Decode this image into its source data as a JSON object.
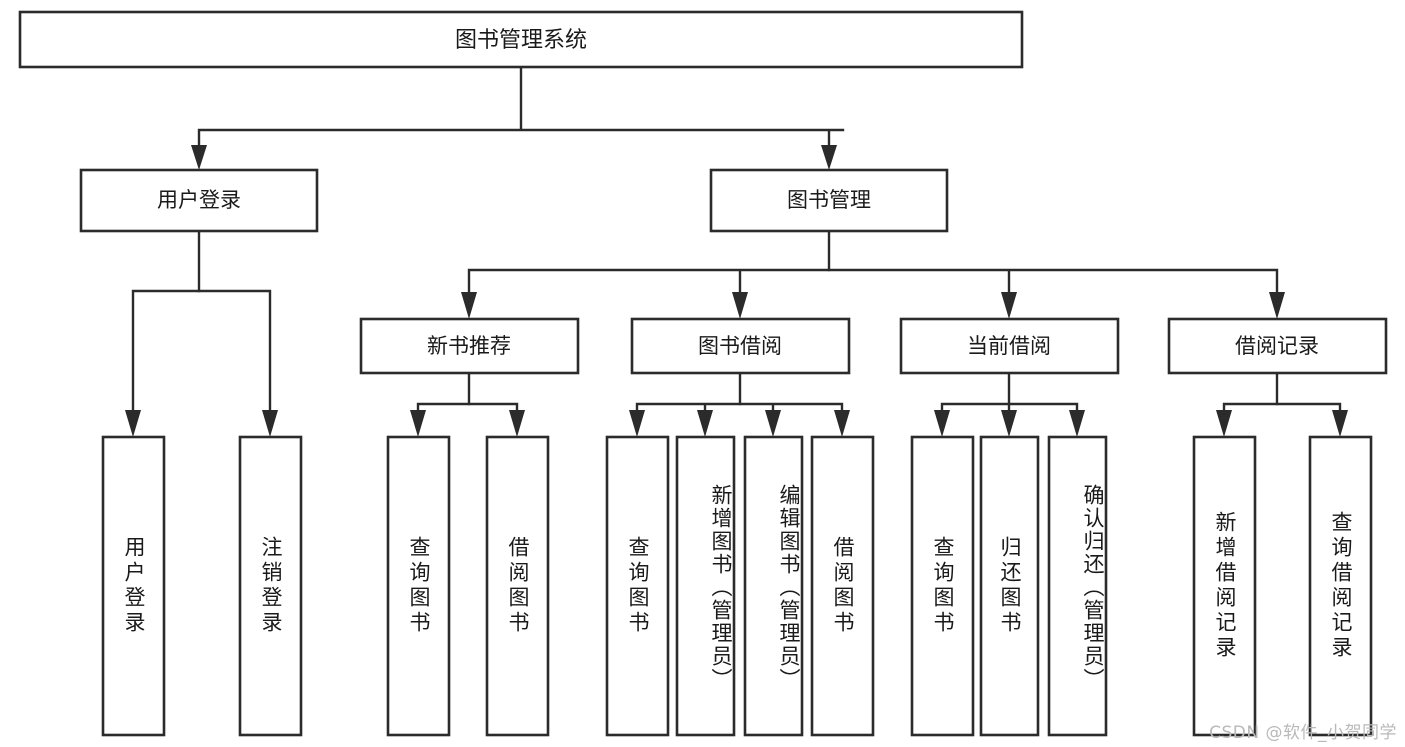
{
  "diagram": {
    "title": "图书管理系统",
    "watermark": "CSDN @软件_小贺同学",
    "type": "tree-hierarchy",
    "colors": {
      "stroke": "#2b2b2b",
      "fill": "#ffffff",
      "text": "#1a1a1a",
      "watermark": "#b9b9b9"
    },
    "levels": {
      "level1": [
        "图书管理系统"
      ],
      "level2": [
        "用户登录",
        "图书管理"
      ],
      "level3": [
        "新书推荐",
        "图书借阅",
        "当前借阅",
        "借阅记录"
      ],
      "level4": [
        "用户登录",
        "注销登录",
        "查询图书",
        "借阅图书",
        "查询图书",
        "新增图书（管理员）",
        "编辑图书（管理员）",
        "借阅图书",
        "查询图书",
        "归还图书",
        "确认归还（管理员）",
        "新增借阅记录",
        "查询借阅记录"
      ]
    },
    "nodes": {
      "root": {
        "label": "图书管理系统"
      },
      "user_login": {
        "label": "用户登录"
      },
      "book_mgmt": {
        "label": "图书管理"
      },
      "new_book_rec": {
        "label": "新书推荐"
      },
      "book_borrow": {
        "label": "图书借阅"
      },
      "current_borrow": {
        "label": "当前借阅"
      },
      "borrow_record": {
        "label": "借阅记录"
      },
      "leaf_user_login": {
        "label": "用户登录"
      },
      "leaf_logout": {
        "label": "注销登录"
      },
      "leaf_query_book_1": {
        "label": "查询图书"
      },
      "leaf_borrow_book_1": {
        "label": "借阅图书"
      },
      "leaf_query_book_2": {
        "label": "查询图书"
      },
      "leaf_add_book": {
        "label": "新增图书（管理员）"
      },
      "leaf_edit_book": {
        "label": "编辑图书（管理员）"
      },
      "leaf_borrow_book_2": {
        "label": "借阅图书"
      },
      "leaf_query_book_3": {
        "label": "查询图书"
      },
      "leaf_return_book": {
        "label": "归还图书"
      },
      "leaf_confirm_return": {
        "label": "确认归还（管理员）"
      },
      "leaf_add_record": {
        "label": "新增借阅记录"
      },
      "leaf_query_record": {
        "label": "查询借阅记录"
      }
    },
    "edges": [
      {
        "from": "root",
        "to": "user_login"
      },
      {
        "from": "root",
        "to": "book_mgmt"
      },
      {
        "from": "user_login",
        "to": "leaf_user_login"
      },
      {
        "from": "user_login",
        "to": "leaf_logout"
      },
      {
        "from": "book_mgmt",
        "to": "new_book_rec"
      },
      {
        "from": "book_mgmt",
        "to": "book_borrow"
      },
      {
        "from": "book_mgmt",
        "to": "current_borrow"
      },
      {
        "from": "book_mgmt",
        "to": "borrow_record"
      },
      {
        "from": "new_book_rec",
        "to": "leaf_query_book_1"
      },
      {
        "from": "new_book_rec",
        "to": "leaf_borrow_book_1"
      },
      {
        "from": "book_borrow",
        "to": "leaf_query_book_2"
      },
      {
        "from": "book_borrow",
        "to": "leaf_add_book"
      },
      {
        "from": "book_borrow",
        "to": "leaf_edit_book"
      },
      {
        "from": "book_borrow",
        "to": "leaf_borrow_book_2"
      },
      {
        "from": "current_borrow",
        "to": "leaf_query_book_3"
      },
      {
        "from": "current_borrow",
        "to": "leaf_return_book"
      },
      {
        "from": "current_borrow",
        "to": "leaf_confirm_return"
      },
      {
        "from": "borrow_record",
        "to": "leaf_add_record"
      },
      {
        "from": "borrow_record",
        "to": "leaf_query_record"
      }
    ]
  }
}
